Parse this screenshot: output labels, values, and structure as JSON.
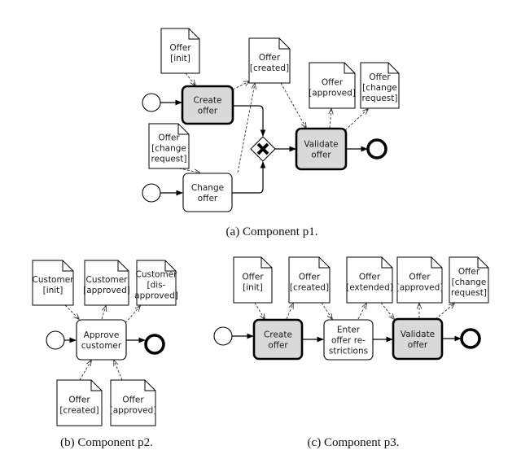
{
  "captions": {
    "a": "(a) Component p1.",
    "b": "(b) Component p2.",
    "c": "(c) Component p3."
  },
  "colors": {
    "highlighted_task_fill": "#d9d9d9",
    "task_fill": "#ffffff",
    "line": "#000000"
  },
  "p1": {
    "tasks": {
      "create": [
        "Create",
        "offer"
      ],
      "change": [
        "Change",
        "offer"
      ],
      "validate": [
        "Validate",
        "offer"
      ]
    },
    "docs": {
      "init": [
        "Offer",
        "[init]"
      ],
      "created": [
        "Offer",
        "[created]"
      ],
      "change_request_in": [
        "Offer",
        "[change",
        "request]"
      ],
      "approved": [
        "Offer",
        "[approved]"
      ],
      "change_request_out": [
        "Offer",
        "[change",
        "request]"
      ]
    },
    "gateway": "X"
  },
  "p2": {
    "tasks": {
      "approve": [
        "Approve",
        "customer"
      ]
    },
    "docs": {
      "cust_init": [
        "Customer",
        "[init]"
      ],
      "cust_approved": [
        "Customer",
        "[approved]"
      ],
      "cust_disapproved": [
        "Customer",
        "[dis-",
        "approved]"
      ],
      "offer_created": [
        "Offer",
        "[created]"
      ],
      "offer_approved": [
        "Offer",
        "[approved]"
      ]
    }
  },
  "p3": {
    "tasks": {
      "create": [
        "Create",
        "offer"
      ],
      "enter": [
        "Enter",
        "offer re-",
        "strictions"
      ],
      "validate": [
        "Validate",
        "offer"
      ]
    },
    "docs": {
      "init": [
        "Offer",
        "[init]"
      ],
      "created": [
        "Offer",
        "[created]"
      ],
      "extended": [
        "Offer",
        "[extended]"
      ],
      "approved": [
        "Offer",
        "[approved]"
      ],
      "change_request": [
        "Offer",
        "[change",
        "request]"
      ]
    }
  }
}
